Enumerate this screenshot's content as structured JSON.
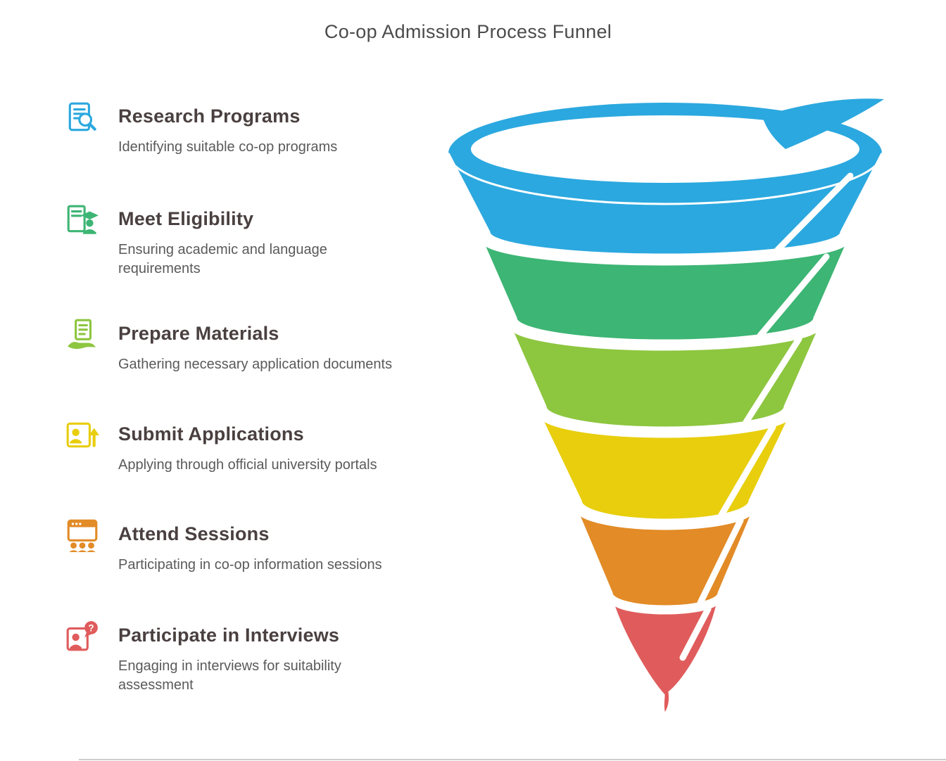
{
  "title": "Co-op Admission Process Funnel",
  "steps": [
    {
      "title": "Research Programs",
      "description": "Identifying suitable co-op programs",
      "color": "#2BA8DF",
      "icon": "document-search-icon"
    },
    {
      "title": "Meet Eligibility",
      "description": "Ensuring academic and language requirements",
      "color": "#3DB574",
      "icon": "graduation-document-icon"
    },
    {
      "title": "Prepare Materials",
      "description": "Gathering necessary application documents",
      "color": "#8DC63F",
      "icon": "hand-document-icon"
    },
    {
      "title": "Submit Applications",
      "description": "Applying through official university portals",
      "color": "#E8CE0D",
      "icon": "upload-profile-icon"
    },
    {
      "title": "Attend Sessions",
      "description": "Participating in co-op information sessions",
      "color": "#E28B27",
      "icon": "presentation-audience-icon"
    },
    {
      "title": "Participate in Interviews",
      "description": "Engaging in interviews for suitability assessment",
      "color": "#E05C5C",
      "icon": "interview-question-icon"
    }
  ],
  "funnel": {
    "type": "funnel",
    "segments": [
      {
        "label": "Research Programs",
        "color": "#2BA8DF"
      },
      {
        "label": "Meet Eligibility",
        "color": "#3DB574"
      },
      {
        "label": "Prepare Materials",
        "color": "#8DC63F"
      },
      {
        "label": "Submit Applications",
        "color": "#E8CE0D"
      },
      {
        "label": "Attend Sessions",
        "color": "#E28B27"
      },
      {
        "label": "Participate in Interviews",
        "color": "#E05C5C"
      }
    ]
  },
  "divider_color": "#cccccc"
}
